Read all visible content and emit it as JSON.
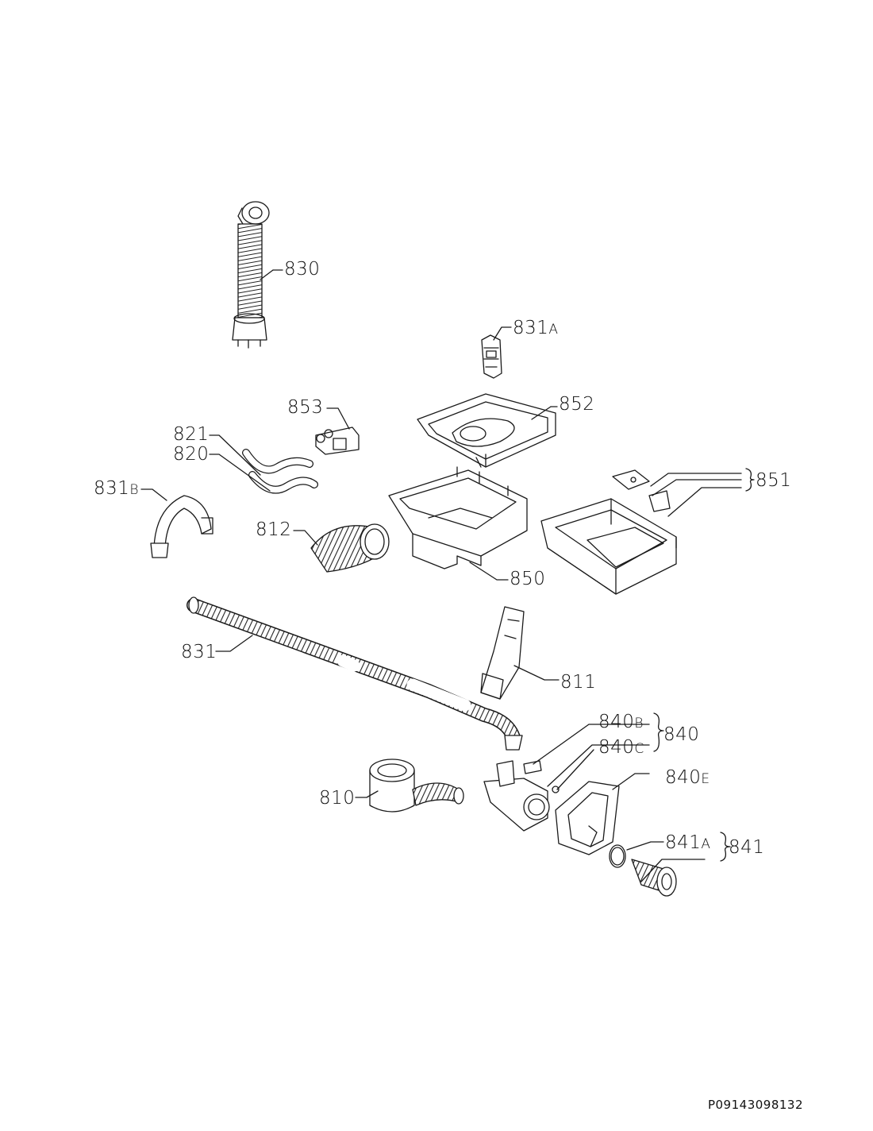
{
  "diagram": {
    "document_code": "P09143098132",
    "callouts": [
      {
        "id": "c830",
        "number": "830",
        "suffix": ""
      },
      {
        "id": "c831a",
        "number": "831",
        "suffix": "A"
      },
      {
        "id": "c852",
        "number": "852",
        "suffix": ""
      },
      {
        "id": "c853",
        "number": "853",
        "suffix": ""
      },
      {
        "id": "c821",
        "number": "821",
        "suffix": ""
      },
      {
        "id": "c820",
        "number": "820",
        "suffix": ""
      },
      {
        "id": "c851",
        "number": "851",
        "suffix": ""
      },
      {
        "id": "c831b",
        "number": "831",
        "suffix": "B"
      },
      {
        "id": "c812",
        "number": "812",
        "suffix": ""
      },
      {
        "id": "c850",
        "number": "850",
        "suffix": ""
      },
      {
        "id": "c831",
        "number": "831",
        "suffix": ""
      },
      {
        "id": "c811",
        "number": "811",
        "suffix": ""
      },
      {
        "id": "c840b",
        "number": "840",
        "suffix": "B"
      },
      {
        "id": "c840",
        "number": "840",
        "suffix": ""
      },
      {
        "id": "c840c",
        "number": "840",
        "suffix": "C"
      },
      {
        "id": "c840e",
        "number": "840",
        "suffix": "E"
      },
      {
        "id": "c810",
        "number": "810",
        "suffix": ""
      },
      {
        "id": "c841a",
        "number": "841",
        "suffix": "A"
      },
      {
        "id": "c841",
        "number": "841",
        "suffix": ""
      }
    ]
  }
}
